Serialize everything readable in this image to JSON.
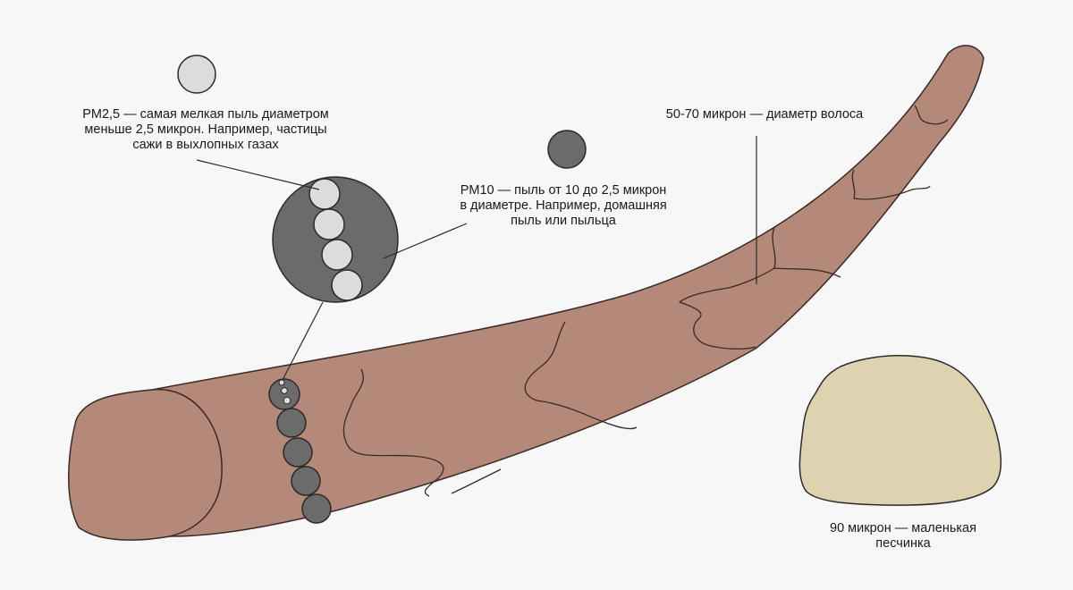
{
  "colors": {
    "background": "#f7f7f7",
    "hair": "#b58979",
    "hair_outline": "#3a2a26",
    "pm10": "#6b6b6b",
    "pm25": "#dcdcdc",
    "sand": "#ded3b0",
    "outline": "#2a2a2a"
  },
  "captions": {
    "pm25": {
      "lines": [
        "PM2,5 — самая мелкая пыль диаметром",
        "меньше 2,5 микрон. Например, частицы",
        "сажи в выхлопных газах"
      ]
    },
    "pm10": {
      "lines": [
        "PM10 — пыль от 10 до 2,5 микрон",
        "в диаметре. Например, домашняя",
        "пыль или пыльца"
      ]
    },
    "hair": {
      "lines": [
        "50-70 микрон — диаметр волоса"
      ]
    },
    "sand": {
      "lines": [
        "90 микрон — маленькая",
        "песчинка"
      ]
    }
  },
  "icons": {
    "pm25_sample": "light-gray-circle",
    "pm10_sample": "dark-gray-circle",
    "magnifier": "magnified-circle",
    "hair": "hair-strand",
    "sand": "sand-grain"
  }
}
